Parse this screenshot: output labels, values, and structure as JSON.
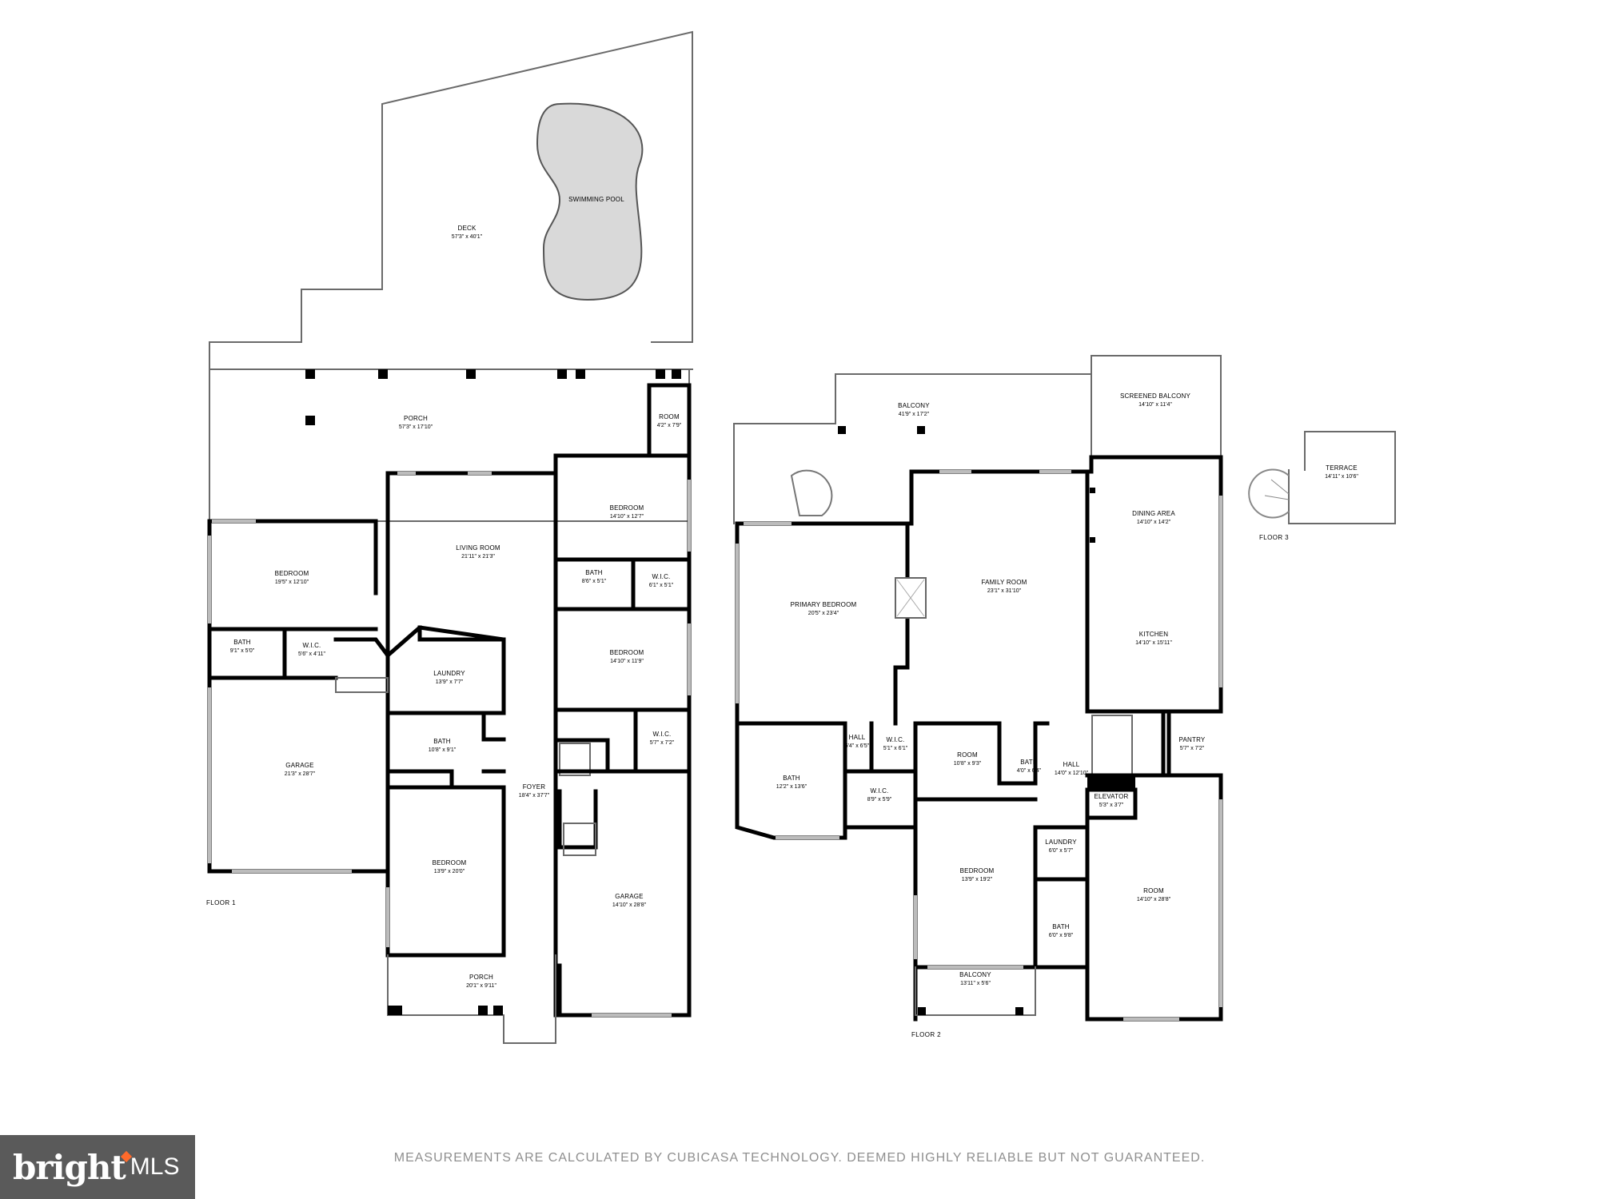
{
  "floors": [
    {
      "label": "FLOOR 1",
      "rooms": [
        {
          "id": "deck",
          "name": "DECK",
          "dims": "57'3\" x 40'1\""
        },
        {
          "id": "pool",
          "name": "SWIMMING POOL",
          "dims": ""
        },
        {
          "id": "porch1",
          "name": "PORCH",
          "dims": "57'3\" x 17'10\""
        },
        {
          "id": "room1",
          "name": "ROOM",
          "dims": "4'2\" x 7'9\""
        },
        {
          "id": "bedroom_ne",
          "name": "BEDROOM",
          "dims": "14'10\" x 12'7\""
        },
        {
          "id": "living",
          "name": "LIVING ROOM",
          "dims": "21'11\" x 21'3\""
        },
        {
          "id": "bedroom_w",
          "name": "BEDROOM",
          "dims": "19'5\" x 12'10\""
        },
        {
          "id": "bath_e",
          "name": "BATH",
          "dims": "8'6\" x 5'1\""
        },
        {
          "id": "wic_e",
          "name": "W.I.C.",
          "dims": "6'1\" x 5'1\""
        },
        {
          "id": "bath_w",
          "name": "BATH",
          "dims": "9'1\" x 5'0\""
        },
        {
          "id": "wic_w",
          "name": "W.I.C.",
          "dims": "5'6\" x 4'11\""
        },
        {
          "id": "bedroom_e2",
          "name": "BEDROOM",
          "dims": "14'10\" x 11'9\""
        },
        {
          "id": "laundry1",
          "name": "LAUNDRY",
          "dims": "13'9\" x 7'7\""
        },
        {
          "id": "garage_w",
          "name": "GARAGE",
          "dims": "21'3\" x 28'7\""
        },
        {
          "id": "bath_c",
          "name": "BATH",
          "dims": "10'8\" x 9'1\""
        },
        {
          "id": "wic_e2",
          "name": "W.I.C.",
          "dims": "5'7\" x 7'2\""
        },
        {
          "id": "foyer",
          "name": "FOYER",
          "dims": "18'4\" x 37'7\""
        },
        {
          "id": "bedroom_s",
          "name": "BEDROOM",
          "dims": "13'9\" x 20'0\""
        },
        {
          "id": "garage_e",
          "name": "GARAGE",
          "dims": "14'10\" x 28'8\""
        },
        {
          "id": "porch_s",
          "name": "PORCH",
          "dims": "20'1\" x 9'11\""
        }
      ]
    },
    {
      "label": "FLOOR 2",
      "rooms": [
        {
          "id": "balcony_n",
          "name": "BALCONY",
          "dims": "41'9\" x 17'2\""
        },
        {
          "id": "screened",
          "name": "SCREENED BALCONY",
          "dims": "14'10\" x 11'4\""
        },
        {
          "id": "dining",
          "name": "DINING AREA",
          "dims": "14'10\" x 14'2\""
        },
        {
          "id": "family",
          "name": "FAMILY ROOM",
          "dims": "23'1\" x 31'10\""
        },
        {
          "id": "primary",
          "name": "PRIMARY BEDROOM",
          "dims": "20'5\" x 23'4\""
        },
        {
          "id": "kitchen",
          "name": "KITCHEN",
          "dims": "14'10\" x 15'11\""
        },
        {
          "id": "hall_a",
          "name": "HALL",
          "dims": "6'4\" x 6'5\""
        },
        {
          "id": "wic_a",
          "name": "W.I.C.",
          "dims": "5'1\" x 6'1\""
        },
        {
          "id": "pantry",
          "name": "PANTRY",
          "dims": "5'7\" x 7'2\""
        },
        {
          "id": "bath_p",
          "name": "BATH",
          "dims": "12'2\" x 13'6\""
        },
        {
          "id": "room_c",
          "name": "ROOM",
          "dims": "10'8\" x 9'3\""
        },
        {
          "id": "bath_sm",
          "name": "BATH",
          "dims": "4'0\" x 6'4\""
        },
        {
          "id": "hall_b",
          "name": "HALL",
          "dims": "14'0\" x 12'10\""
        },
        {
          "id": "wic_b",
          "name": "W.I.C.",
          "dims": "8'9\" x 5'9\""
        },
        {
          "id": "elevator",
          "name": "ELEVATOR",
          "dims": "5'3\" x 3'7\""
        },
        {
          "id": "laundry2",
          "name": "LAUNDRY",
          "dims": "6'0\" x 5'7\""
        },
        {
          "id": "bedroom2",
          "name": "BEDROOM",
          "dims": "13'9\" x 19'2\""
        },
        {
          "id": "room_big",
          "name": "ROOM",
          "dims": "14'10\" x 28'8\""
        },
        {
          "id": "bath_s2",
          "name": "BATH",
          "dims": "6'0\" x 9'8\""
        },
        {
          "id": "balcony_s",
          "name": "BALCONY",
          "dims": "13'11\" x 5'6\""
        }
      ]
    },
    {
      "label": "FLOOR 3",
      "rooms": [
        {
          "id": "terrace",
          "name": "TERRACE",
          "dims": "14'11\" x 10'6\""
        }
      ]
    }
  ],
  "disclaimer": "MEASUREMENTS ARE CALCULATED BY CUBICASA TECHNOLOGY. DEEMED HIGHLY RELIABLE BUT NOT GUARANTEED.",
  "logo": {
    "brand": "bright",
    "suffix": "MLS",
    "accent": "#ff6a2b",
    "background": "#5a5a5a"
  },
  "pool_color": "#d9d9d9"
}
